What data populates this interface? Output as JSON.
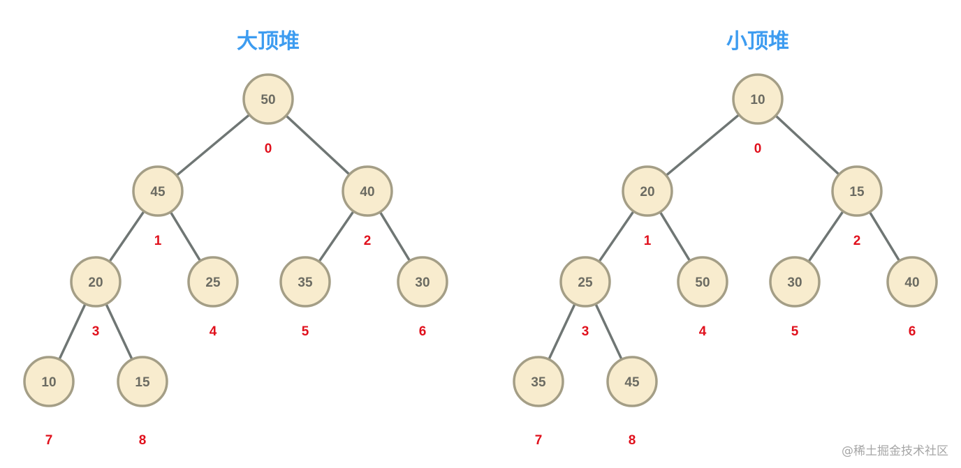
{
  "heaps": [
    {
      "id": "max",
      "title": "大顶堆",
      "nodes": [
        {
          "index": "0",
          "value": "50"
        },
        {
          "index": "1",
          "value": "45"
        },
        {
          "index": "2",
          "value": "40"
        },
        {
          "index": "3",
          "value": "20"
        },
        {
          "index": "4",
          "value": "25"
        },
        {
          "index": "5",
          "value": "35"
        },
        {
          "index": "6",
          "value": "30"
        },
        {
          "index": "7",
          "value": "10"
        },
        {
          "index": "8",
          "value": "15"
        }
      ],
      "edges": [
        [
          0,
          1
        ],
        [
          0,
          2
        ],
        [
          1,
          3
        ],
        [
          1,
          4
        ],
        [
          2,
          5
        ],
        [
          2,
          6
        ],
        [
          3,
          7
        ],
        [
          3,
          8
        ]
      ]
    },
    {
      "id": "min",
      "title": "小顶堆",
      "nodes": [
        {
          "index": "0",
          "value": "10"
        },
        {
          "index": "1",
          "value": "20"
        },
        {
          "index": "2",
          "value": "15"
        },
        {
          "index": "3",
          "value": "25"
        },
        {
          "index": "4",
          "value": "50"
        },
        {
          "index": "5",
          "value": "30"
        },
        {
          "index": "6",
          "value": "40"
        },
        {
          "index": "7",
          "value": "35"
        },
        {
          "index": "8",
          "value": "45"
        }
      ],
      "edges": [
        [
          0,
          1
        ],
        [
          0,
          2
        ],
        [
          1,
          3
        ],
        [
          1,
          4
        ],
        [
          2,
          5
        ],
        [
          2,
          6
        ],
        [
          3,
          7
        ],
        [
          3,
          8
        ]
      ]
    }
  ],
  "watermark": "@稀土掘金技术社区"
}
